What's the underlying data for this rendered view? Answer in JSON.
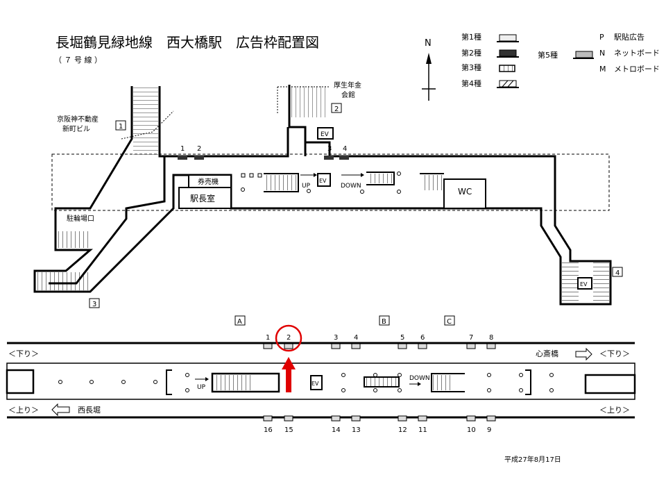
{
  "title": "長堀鶴見緑地線　西大橋駅　広告枠配置図",
  "subtitle": "（ ７ 号 線 ）",
  "compass": "N",
  "legend": {
    "type1": "第1種",
    "type2": "第2種",
    "type3": "第3種",
    "type4": "第4種",
    "type5": "第5種",
    "p": "P",
    "p_label": "駅貼広告",
    "n": "N",
    "n_label": "ネットボード",
    "m": "M",
    "m_label": "メトロボード"
  },
  "concourse": {
    "bldg1_line1": "京阪神不動産",
    "bldg1_line2": "新町ビル",
    "exit1": "1",
    "bldg2_line1": "厚生年金",
    "bldg2_line2": "会館",
    "exit2": "2",
    "ev": "EV",
    "ads": [
      "1",
      "2",
      "3",
      "4"
    ],
    "ticket": "券売機",
    "office": "駅長室",
    "up": "UP",
    "down": "DOWN",
    "wc": "WC",
    "bike": "駐輪場口",
    "exit3": "3",
    "exit4": "4"
  },
  "platform": {
    "sections": [
      "A",
      "B",
      "C"
    ],
    "top_ads": [
      "1",
      "2",
      "3",
      "4",
      "5",
      "6",
      "7",
      "8"
    ],
    "bottom_ads": [
      "16",
      "15",
      "14",
      "13",
      "12",
      "11",
      "10",
      "9"
    ],
    "down_left": "＜下り＞",
    "down_right": "＜下り＞",
    "dest_down": "心斎橋",
    "up_left": "＜上り＞",
    "up_right": "＜上り＞",
    "dest_up": "西長堀",
    "up": "UP",
    "down": "DOWN",
    "ev": "EV",
    "highlighted_ad": "2"
  },
  "date": "平成27年8月17日",
  "colors": {
    "highlight": "#e00000",
    "ad_fill": "#dcdcdc",
    "ad_dark": "#333333"
  }
}
